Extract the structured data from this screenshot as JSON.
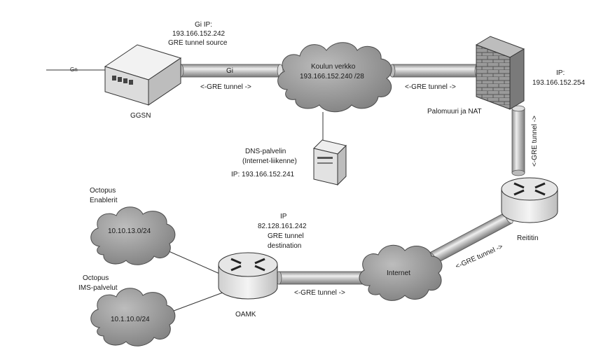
{
  "nodes": {
    "gn": {
      "label": "Gn"
    },
    "ggsn": {
      "label": "GGSN",
      "ip_lines": [
        "Gi IP:",
        "193.166.152.242",
        "GRE tunnel source"
      ]
    },
    "school_network": {
      "label_lines": [
        "Koulun verkko",
        "193.166.152.240 /28"
      ]
    },
    "firewall": {
      "label": "Palomuuri ja NAT",
      "ip_lines": [
        "IP:",
        "193.166.152.254"
      ]
    },
    "dns_server": {
      "label_lines": [
        "DNS-palvelin",
        "(Internet-liikenne)",
        "IP: 193.166.152.241"
      ]
    },
    "router": {
      "label": "Reititin"
    },
    "internet": {
      "label": "Internet"
    },
    "oamk": {
      "label": "OAMK",
      "ip_lines": [
        "IP",
        "82.128.161.242",
        "GRE tunnel",
        "destination"
      ]
    },
    "enablerit": {
      "title_lines": [
        "Octopus",
        "Enablerit"
      ],
      "subnet": "10.10.13.0/24"
    },
    "ims": {
      "title_lines": [
        "Octopus",
        "IMS-palvelut"
      ],
      "subnet": "10.1.10.0/24"
    }
  },
  "links": {
    "gi": {
      "label": "Gi",
      "tunnel": "<-GRE tunnel ->"
    },
    "school_firewall": {
      "tunnel": "<-GRE tunnel ->"
    },
    "firewall_router": {
      "tunnel": "<-GRE tunnel ->"
    },
    "router_internet": {
      "tunnel": "<-GRE tunnel ->"
    },
    "internet_oamk": {
      "tunnel": "<-GRE tunnel ->"
    }
  },
  "colors": {
    "cloud": "#9c9c9c",
    "cloud_edge": "#4a4a4a",
    "pipe": "#c9c9c9",
    "line": "#333333"
  }
}
